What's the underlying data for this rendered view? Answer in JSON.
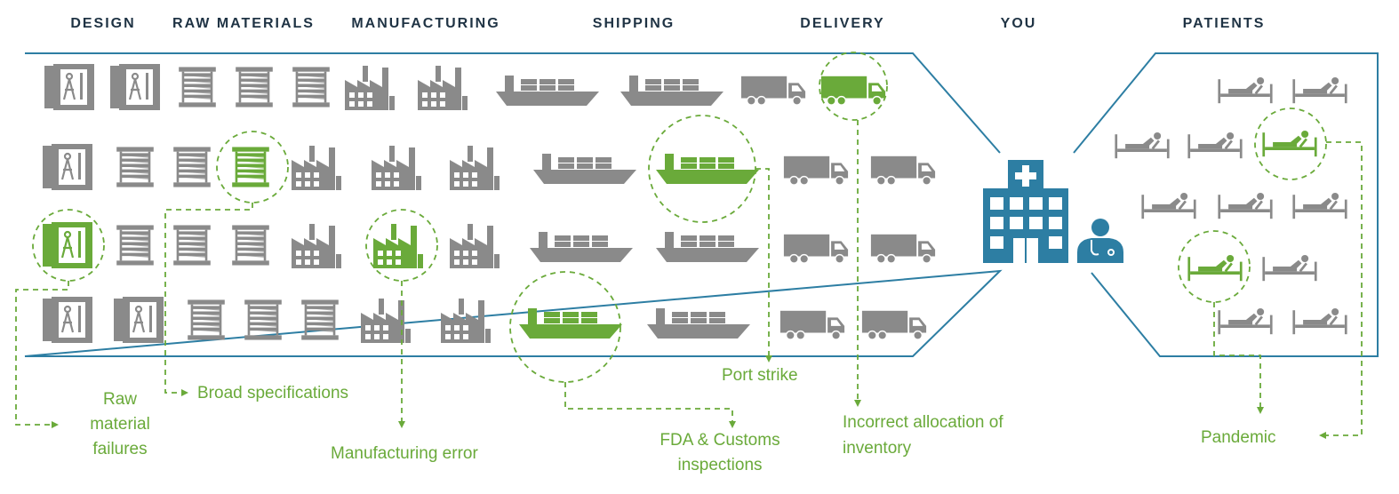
{
  "headers": {
    "design": "DESIGN",
    "raw_materials": "RAW MATERIALS",
    "manufacturing": "MANUFACTURING",
    "shipping": "SHIPPING",
    "delivery": "DELIVERY",
    "you": "YOU",
    "patients": "PATIENTS"
  },
  "failures": {
    "raw_material_1": "Raw",
    "raw_material_2": "material",
    "raw_material_3": "failures",
    "broad_specifications": "Broad specifications",
    "manufacturing_error": "Manufacturing error",
    "fda_customs_1": "FDA & Customs",
    "fda_customs_2": "inspections",
    "port_strike": "Port strike",
    "incorrect_allocation_1": "Incorrect allocation of",
    "incorrect_allocation_2": "inventory",
    "pandemic": "Pandemic"
  },
  "colors": {
    "grey": "#8a8a8a",
    "green": "#6aaa3a",
    "frame": "#2d7ea3",
    "hospital": "#2d7ea3",
    "header": "#1f3344"
  },
  "icons": [
    "blueprint-icon",
    "spring-coil-icon",
    "factory-icon",
    "cargo-ship-icon",
    "truck-icon",
    "hospital-icon",
    "doctor-icon",
    "hospital-bed-icon"
  ]
}
